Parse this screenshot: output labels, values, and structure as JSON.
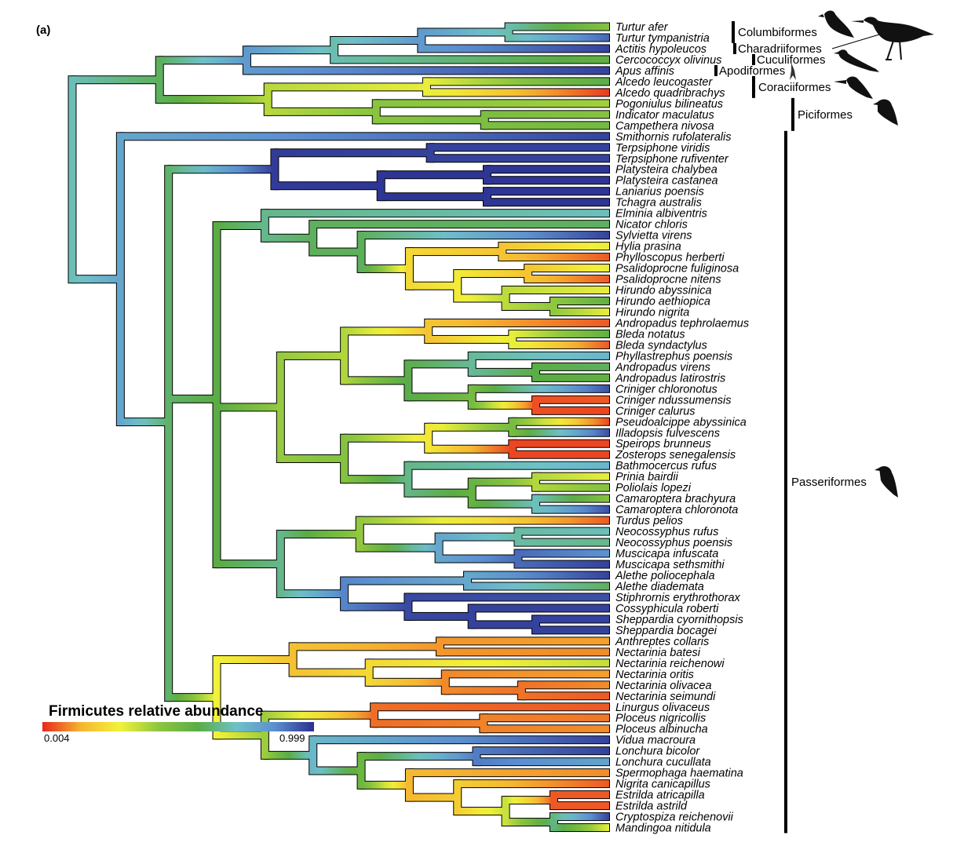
{
  "panel_label": "(a)",
  "legend": {
    "title": "Firmicutes relative abundance",
    "min_label": "0.004",
    "max_label": "0.999",
    "colors": [
      "#e8271e",
      "#f5b731",
      "#f2f23a",
      "#8cc63f",
      "#5aac44",
      "#6ec1c8",
      "#5b8fd0",
      "#2b2e8f"
    ]
  },
  "taxa": [
    "Turtur afer",
    "Turtur tympanistria",
    "Actitis hypoleucos",
    "Cercococcyx olivinus",
    "Apus affinis",
    "Alcedo leucogaster",
    "Alcedo quadribrachys",
    "Pogoniulus bilineatus",
    "Indicator maculatus",
    "Campethera nivosa",
    "Smithornis rufolateralis",
    "Terpsiphone viridis",
    "Terpsiphone rufiventer",
    "Platysteira chalybea",
    "Platysteira castanea",
    "Laniarius poensis",
    "Tchagra australis",
    "Elminia albiventris",
    "Nicator chloris",
    "Sylvietta virens",
    "Hylia prasina",
    "Phylloscopus herberti",
    "Psalidoprocne fuliginosa",
    "Psalidoprocne nitens",
    "Hirundo abyssinica",
    "Hirundo aethiopica",
    "Hirundo nigrita",
    "Andropadus tephrolaemus",
    "Bleda notatus",
    "Bleda syndactylus",
    "Phyllastrephus poensis",
    "Andropadus virens",
    "Andropadus latirostris",
    "Criniger chloronotus",
    "Criniger ndussumensis",
    "Criniger calurus",
    "Pseudoalcippe abyssinica",
    "Illadopsis fulvescens",
    "Speirops brunneus",
    "Zosterops senegalensis",
    "Bathmocercus rufus",
    "Prinia bairdii",
    "Poliolais lopezi",
    "Camaroptera brachyura",
    "Camaroptera chloronota",
    "Turdus pelios",
    "Neocossyphus rufus",
    "Neocossyphus poensis",
    "Muscicapa infuscata",
    "Muscicapa sethsmithi",
    "Alethe poliocephala",
    "Alethe diademata",
    "Stiphrornis erythrothorax",
    "Cossyphicula roberti",
    "Sheppardia cyornithopsis",
    "Sheppardia bocagei",
    "Anthreptes collaris",
    "Nectarinia batesi",
    "Nectarinia reichenowi",
    "Nectarinia oritis",
    "Nectarinia olivacea",
    "Nectarinia seimundi",
    "Linurgus olivaceus",
    "Ploceus nigricollis",
    "Ploceus albinucha",
    "Vidua macroura",
    "Lonchura bicolor",
    "Lonchura cucullata",
    "Spermophaga haematina",
    "Nigrita canicapillus",
    "Estrilda atricapilla",
    "Estrilda astrild",
    "Cryptospiza reichenovii",
    "Mandingoa nitidula"
  ],
  "tip_abundance": [
    0.45,
    0.92,
    0.97,
    0.55,
    0.97,
    0.58,
    0.02,
    0.4,
    0.45,
    0.5,
    0.97,
    0.97,
    0.97,
    0.99,
    0.99,
    0.99,
    0.99,
    0.7,
    0.6,
    0.97,
    0.3,
    0.05,
    0.3,
    0.05,
    0.3,
    0.55,
    0.3,
    0.05,
    0.55,
    0.05,
    0.75,
    0.6,
    0.55,
    0.95,
    0.05,
    0.03,
    0.03,
    0.95,
    0.03,
    0.03,
    0.75,
    0.3,
    0.45,
    0.45,
    0.95,
    0.05,
    0.7,
    0.65,
    0.85,
    0.97,
    0.97,
    0.6,
    0.95,
    0.97,
    0.97,
    0.97,
    0.12,
    0.1,
    0.35,
    0.12,
    0.1,
    0.05,
    0.05,
    0.08,
    0.1,
    0.97,
    0.97,
    0.8,
    0.1,
    0.05,
    0.05,
    0.05,
    0.97,
    0.3
  ],
  "orders": [
    {
      "name": "Columbiformes",
      "first": 0,
      "last": 1
    },
    {
      "name": "Charadriiformes",
      "first": 2,
      "last": 2
    },
    {
      "name": "Cuculiformes",
      "first": 3,
      "last": 3
    },
    {
      "name": "Apodiformes",
      "first": 4,
      "last": 4
    },
    {
      "name": "Coraciiformes",
      "first": 5,
      "last": 6
    },
    {
      "name": "Piciformes",
      "first": 7,
      "last": 9
    },
    {
      "name": "Passeriformes",
      "first": 10,
      "last": 73
    }
  ],
  "tree": "((((((0,1),2),3),4),((5,6),(7,(8,9)))),(10,(((11,12),((13,14),(15,16))),((17,(18,(19,((20,21),((22,23),(24,(25,26))))))),(((27,(28,29)),((30,(31,32)),(33,(34,35)))),(((36,37),(38,39)),(40,((41,42),(43,44))))),((45,((46,47),(48,49))),((50,51),(52,(53,(54,55)))))),(((56,57),(58,(59,(60,61)))),((62,(63,64)),(65,((66,67),(68,(69,((70,71),(72,73)))))))))))))"
}
